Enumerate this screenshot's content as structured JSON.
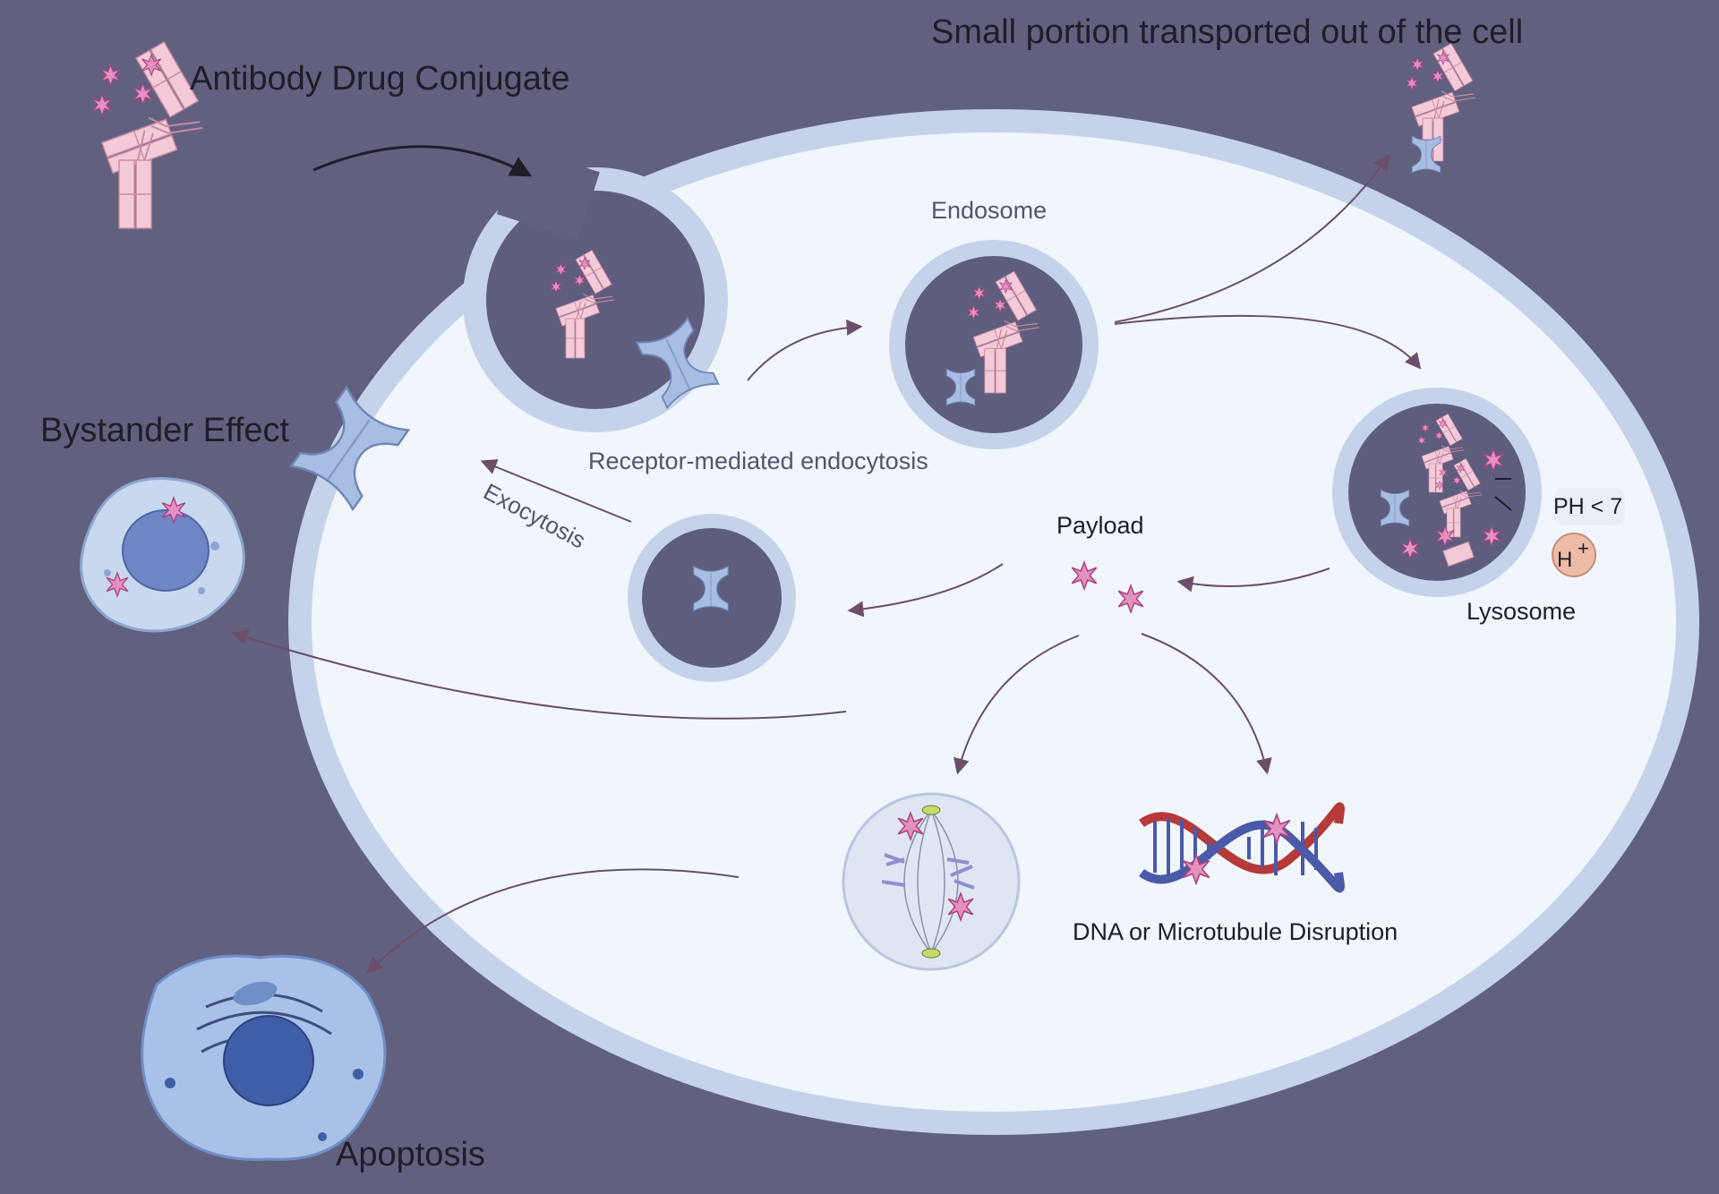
{
  "diagram": {
    "labels": {
      "adc": "Antibody Drug Conjugate",
      "small_portion": "Small portion transported out of the cell",
      "endosome": "Endosome",
      "receptor_endocytosis": "Receptor-mediated endocytosis",
      "bystander": "Bystander Effect",
      "exocytosis": "Exocytosis",
      "payload": "Payload",
      "lysosome": "Lysosome",
      "ph": "PH < 7",
      "h_ion": "H",
      "h_charge": "+",
      "dna_disruption": "DNA or Microtubule Disruption",
      "apoptosis": "Apoptosis"
    },
    "colors": {
      "background": "#62607f",
      "cell_fill": "#f1f6fc",
      "cell_border": "#c5d3ea",
      "vesicle_fill": "#5f5d7d",
      "vesicle_border": "#c5d3ea",
      "antibody": "#f4cad8",
      "payload_star": "#e68fc1",
      "receptor": "#a7bde2",
      "arrow": "#6b4e67",
      "text_dark": "#1e1e28"
    }
  }
}
